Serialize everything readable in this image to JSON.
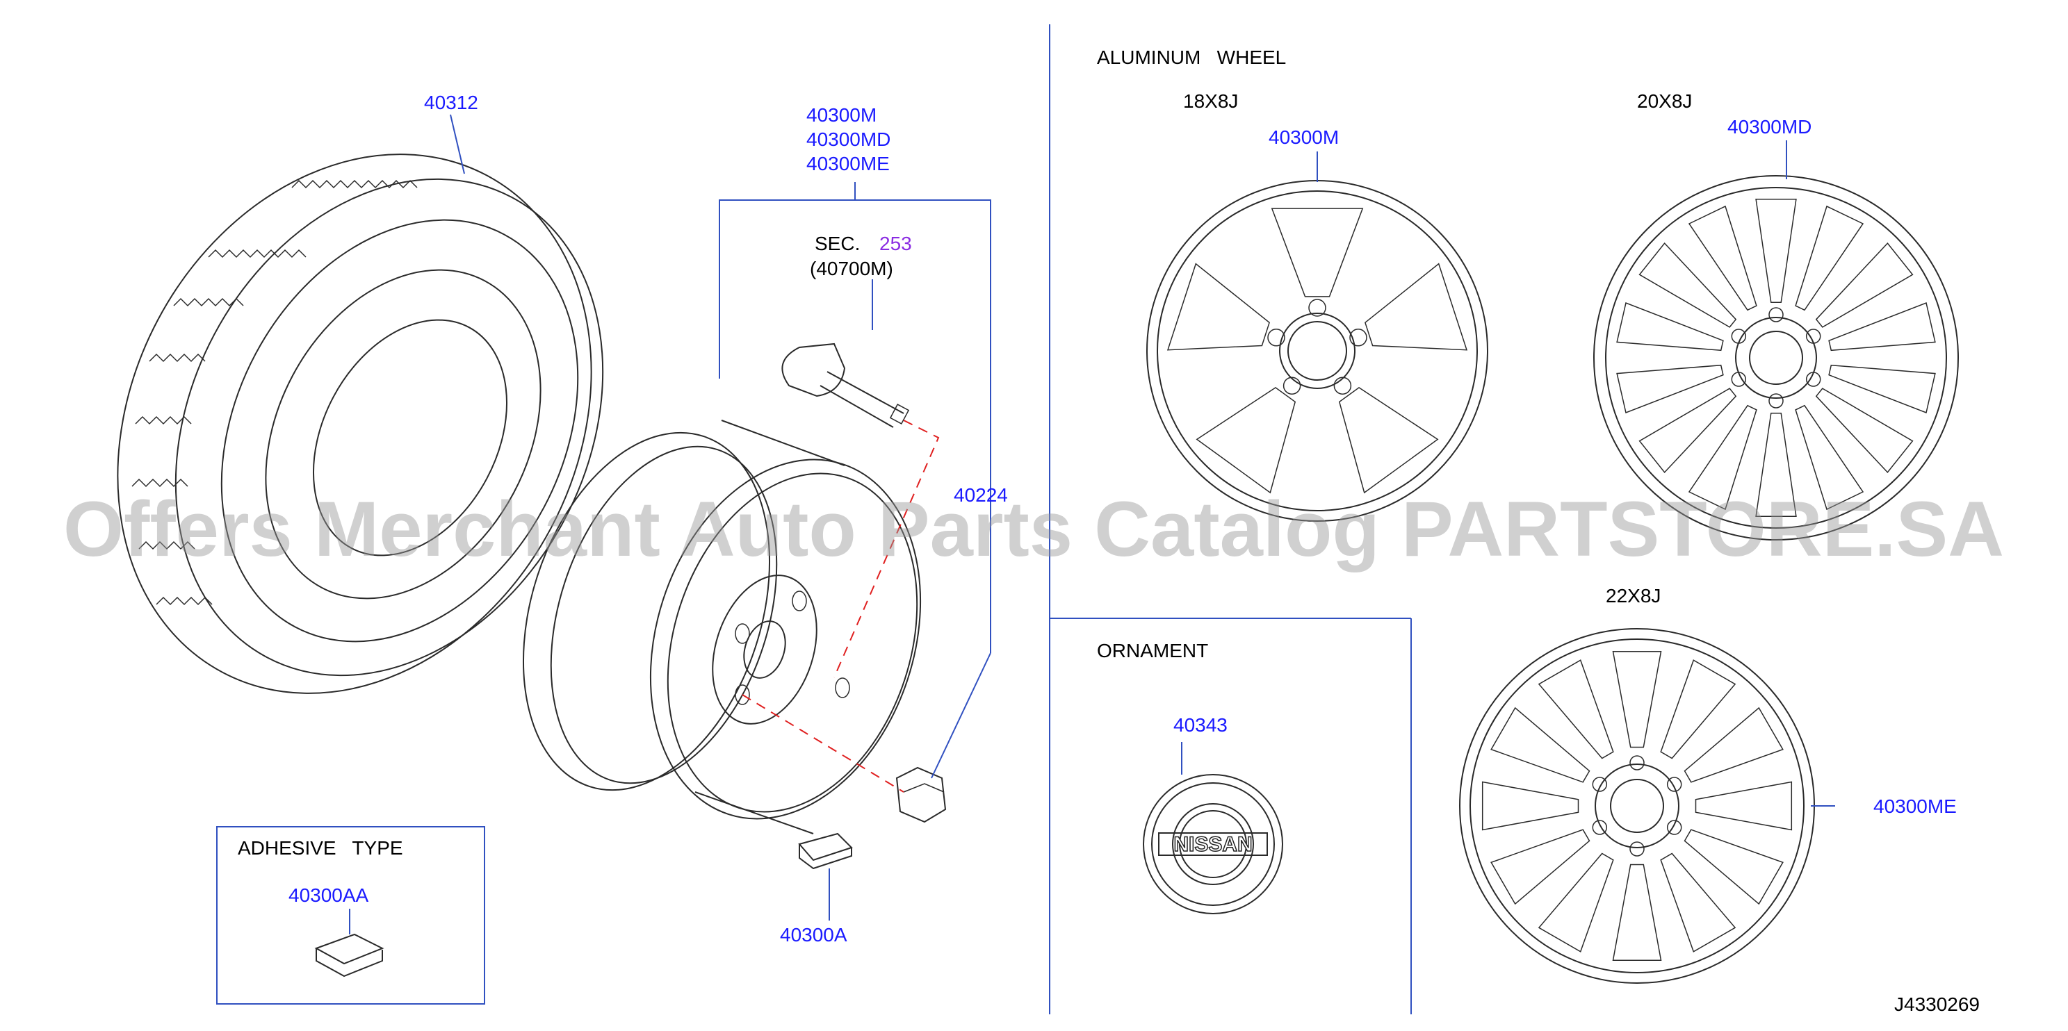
{
  "parts": {
    "tire": "40312",
    "wheel_assy_1": "40300M",
    "wheel_assy_2": "40300MD",
    "wheel_assy_3": "40300ME",
    "sec_prefix": "SEC.",
    "sec_number": "253",
    "sensor_ref": "(40700M)",
    "nut": "40224",
    "weight": "40300A"
  },
  "adhesive": {
    "title": "ADHESIVE   TYPE",
    "part": "40300AA"
  },
  "aluminum_wheel": {
    "title": "ALUMINUM   WHEEL",
    "wheels": [
      {
        "size": "18X8J",
        "part": "40300M"
      },
      {
        "size": "20X8J",
        "part": "40300MD"
      },
      {
        "size": "22X8J",
        "part": "40300ME"
      }
    ]
  },
  "ornament": {
    "title": "ORNAMENT",
    "part": "40343",
    "logo_text": "NISSAN"
  },
  "diagram_id": "J4330269",
  "watermark": "Offers Merchant Auto Parts Catalog PARTSTORE.SA",
  "colors": {
    "label": "#1a1aff",
    "section_ref": "#8a2be2",
    "dashed_leader": "#e02020",
    "frame": "#3050c0"
  }
}
